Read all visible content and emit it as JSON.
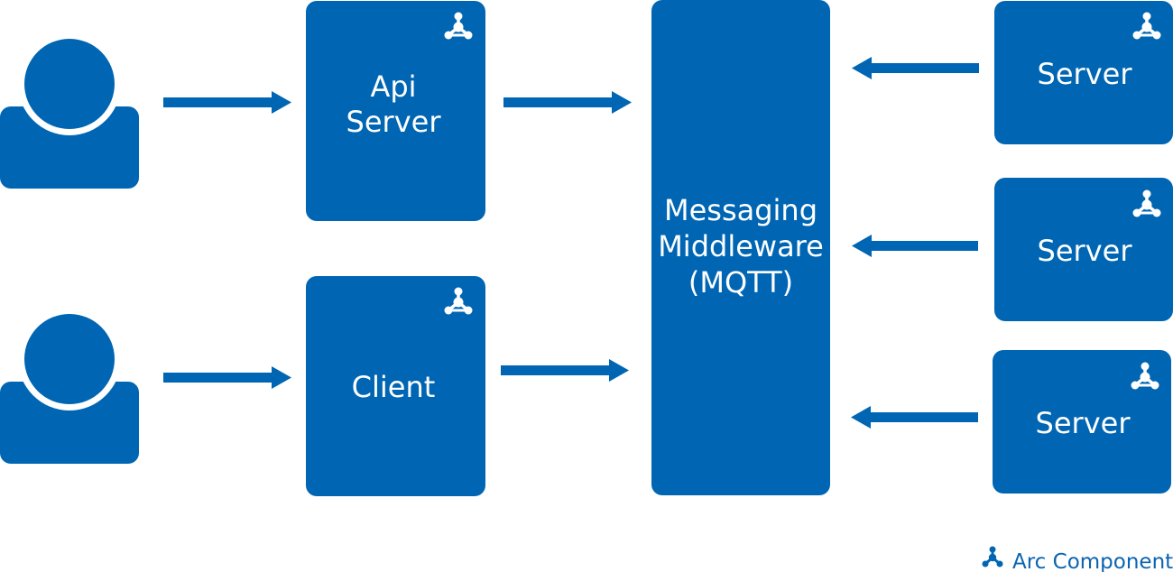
{
  "colors": {
    "primary": "#0066b3",
    "background": "#ffffff",
    "text_on_box": "#ffffff",
    "legend_text": "#0b64b1"
  },
  "users": [
    {
      "icon": "user-icon"
    },
    {
      "icon": "user-icon"
    }
  ],
  "components": {
    "api_server": {
      "lines": [
        "Api",
        "Server"
      ],
      "badge": "arc-component-icon"
    },
    "client": {
      "lines": [
        "Client"
      ],
      "badge": "arc-component-icon"
    },
    "middleware": {
      "lines": [
        "Messaging",
        "Middleware",
        "(MQTT)"
      ]
    },
    "servers": [
      {
        "label": "Server",
        "badge": "arc-component-icon"
      },
      {
        "label": "Server",
        "badge": "arc-component-icon"
      },
      {
        "label": "Server",
        "badge": "arc-component-icon"
      }
    ]
  },
  "legend": {
    "icon": "arc-component-icon",
    "label": "Arc Component"
  }
}
